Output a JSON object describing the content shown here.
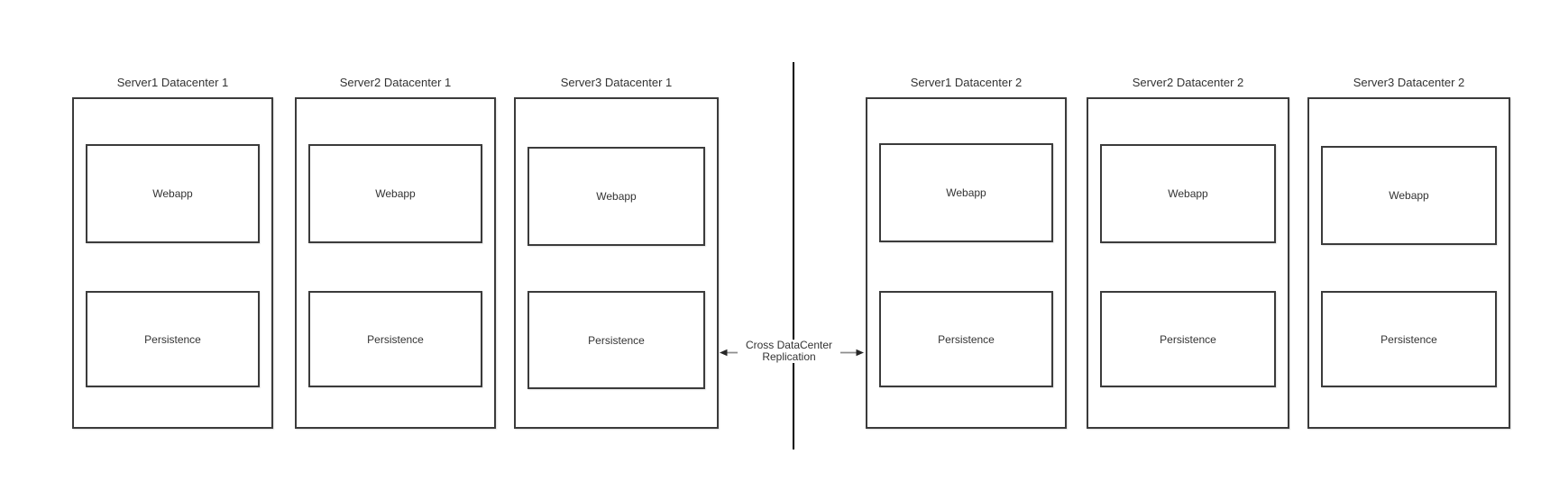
{
  "diagram_type": "datacenter-replication-architecture",
  "colors": {
    "background": "#ffffff",
    "box_border": "#3b3b3b",
    "divider_line": "#000000",
    "arrow_shaft": "#8c8c8c",
    "arrow_head": "#262626",
    "text": "#333333"
  },
  "servers": [
    {
      "title": "Server1 Datacenter 1",
      "webapp_label": "Webapp",
      "persistence_label": "Persistence"
    },
    {
      "title": "Server2 Datacenter 1",
      "webapp_label": "Webapp",
      "persistence_label": "Persistence"
    },
    {
      "title": "Server3 Datacenter 1",
      "webapp_label": "Webapp",
      "persistence_label": "Persistence"
    },
    {
      "title": "Server1 Datacenter 2",
      "webapp_label": "Webapp",
      "persistence_label": "Persistence"
    },
    {
      "title": "Server2 Datacenter 2",
      "webapp_label": "Webapp",
      "persistence_label": "Persistence"
    },
    {
      "title": "Server3 Datacenter 2",
      "webapp_label": "Webapp",
      "persistence_label": "Persistence"
    }
  ],
  "replication": {
    "label": "Cross DataCenter\nReplication"
  }
}
